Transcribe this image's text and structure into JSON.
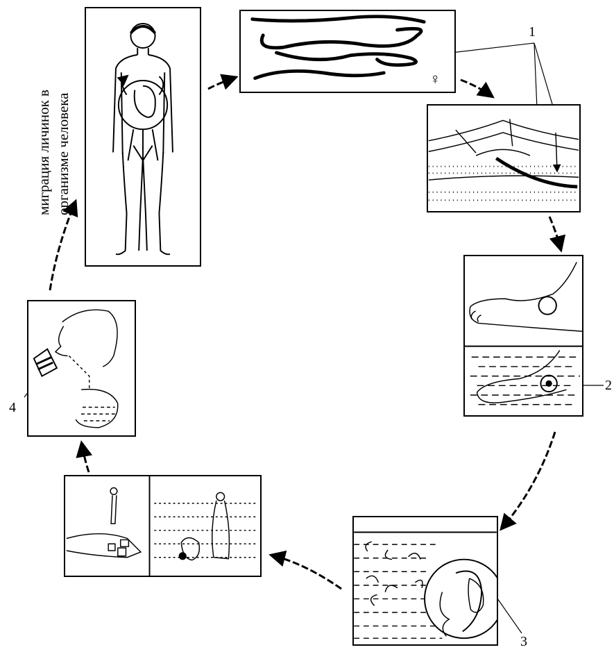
{
  "migration_label": {
    "line1": "миграция личинок в",
    "line2": "организме человека"
  },
  "labels": {
    "n1": "1",
    "n2": "2",
    "n3": "3",
    "n4": "4"
  },
  "female_symbol": "♀",
  "colors": {
    "ink": "#000000",
    "paper": "#ffffff"
  },
  "stages": [
    {
      "id": "human-host",
      "icon": "human-body-illustration"
    },
    {
      "id": "adult-worm",
      "icon": "female-worm-illustration"
    },
    {
      "id": "skin-section",
      "icon": "skin-cross-section-illustration"
    },
    {
      "id": "foot-blister",
      "icon": "foot-blister-illustration"
    },
    {
      "id": "larvae-in-water",
      "icon": "cyclops-with-larvae-illustration"
    },
    {
      "id": "water-sources",
      "icon": "well-and-pond-illustration"
    },
    {
      "id": "drinking-water",
      "icon": "drinking-infected-water-illustration"
    }
  ]
}
